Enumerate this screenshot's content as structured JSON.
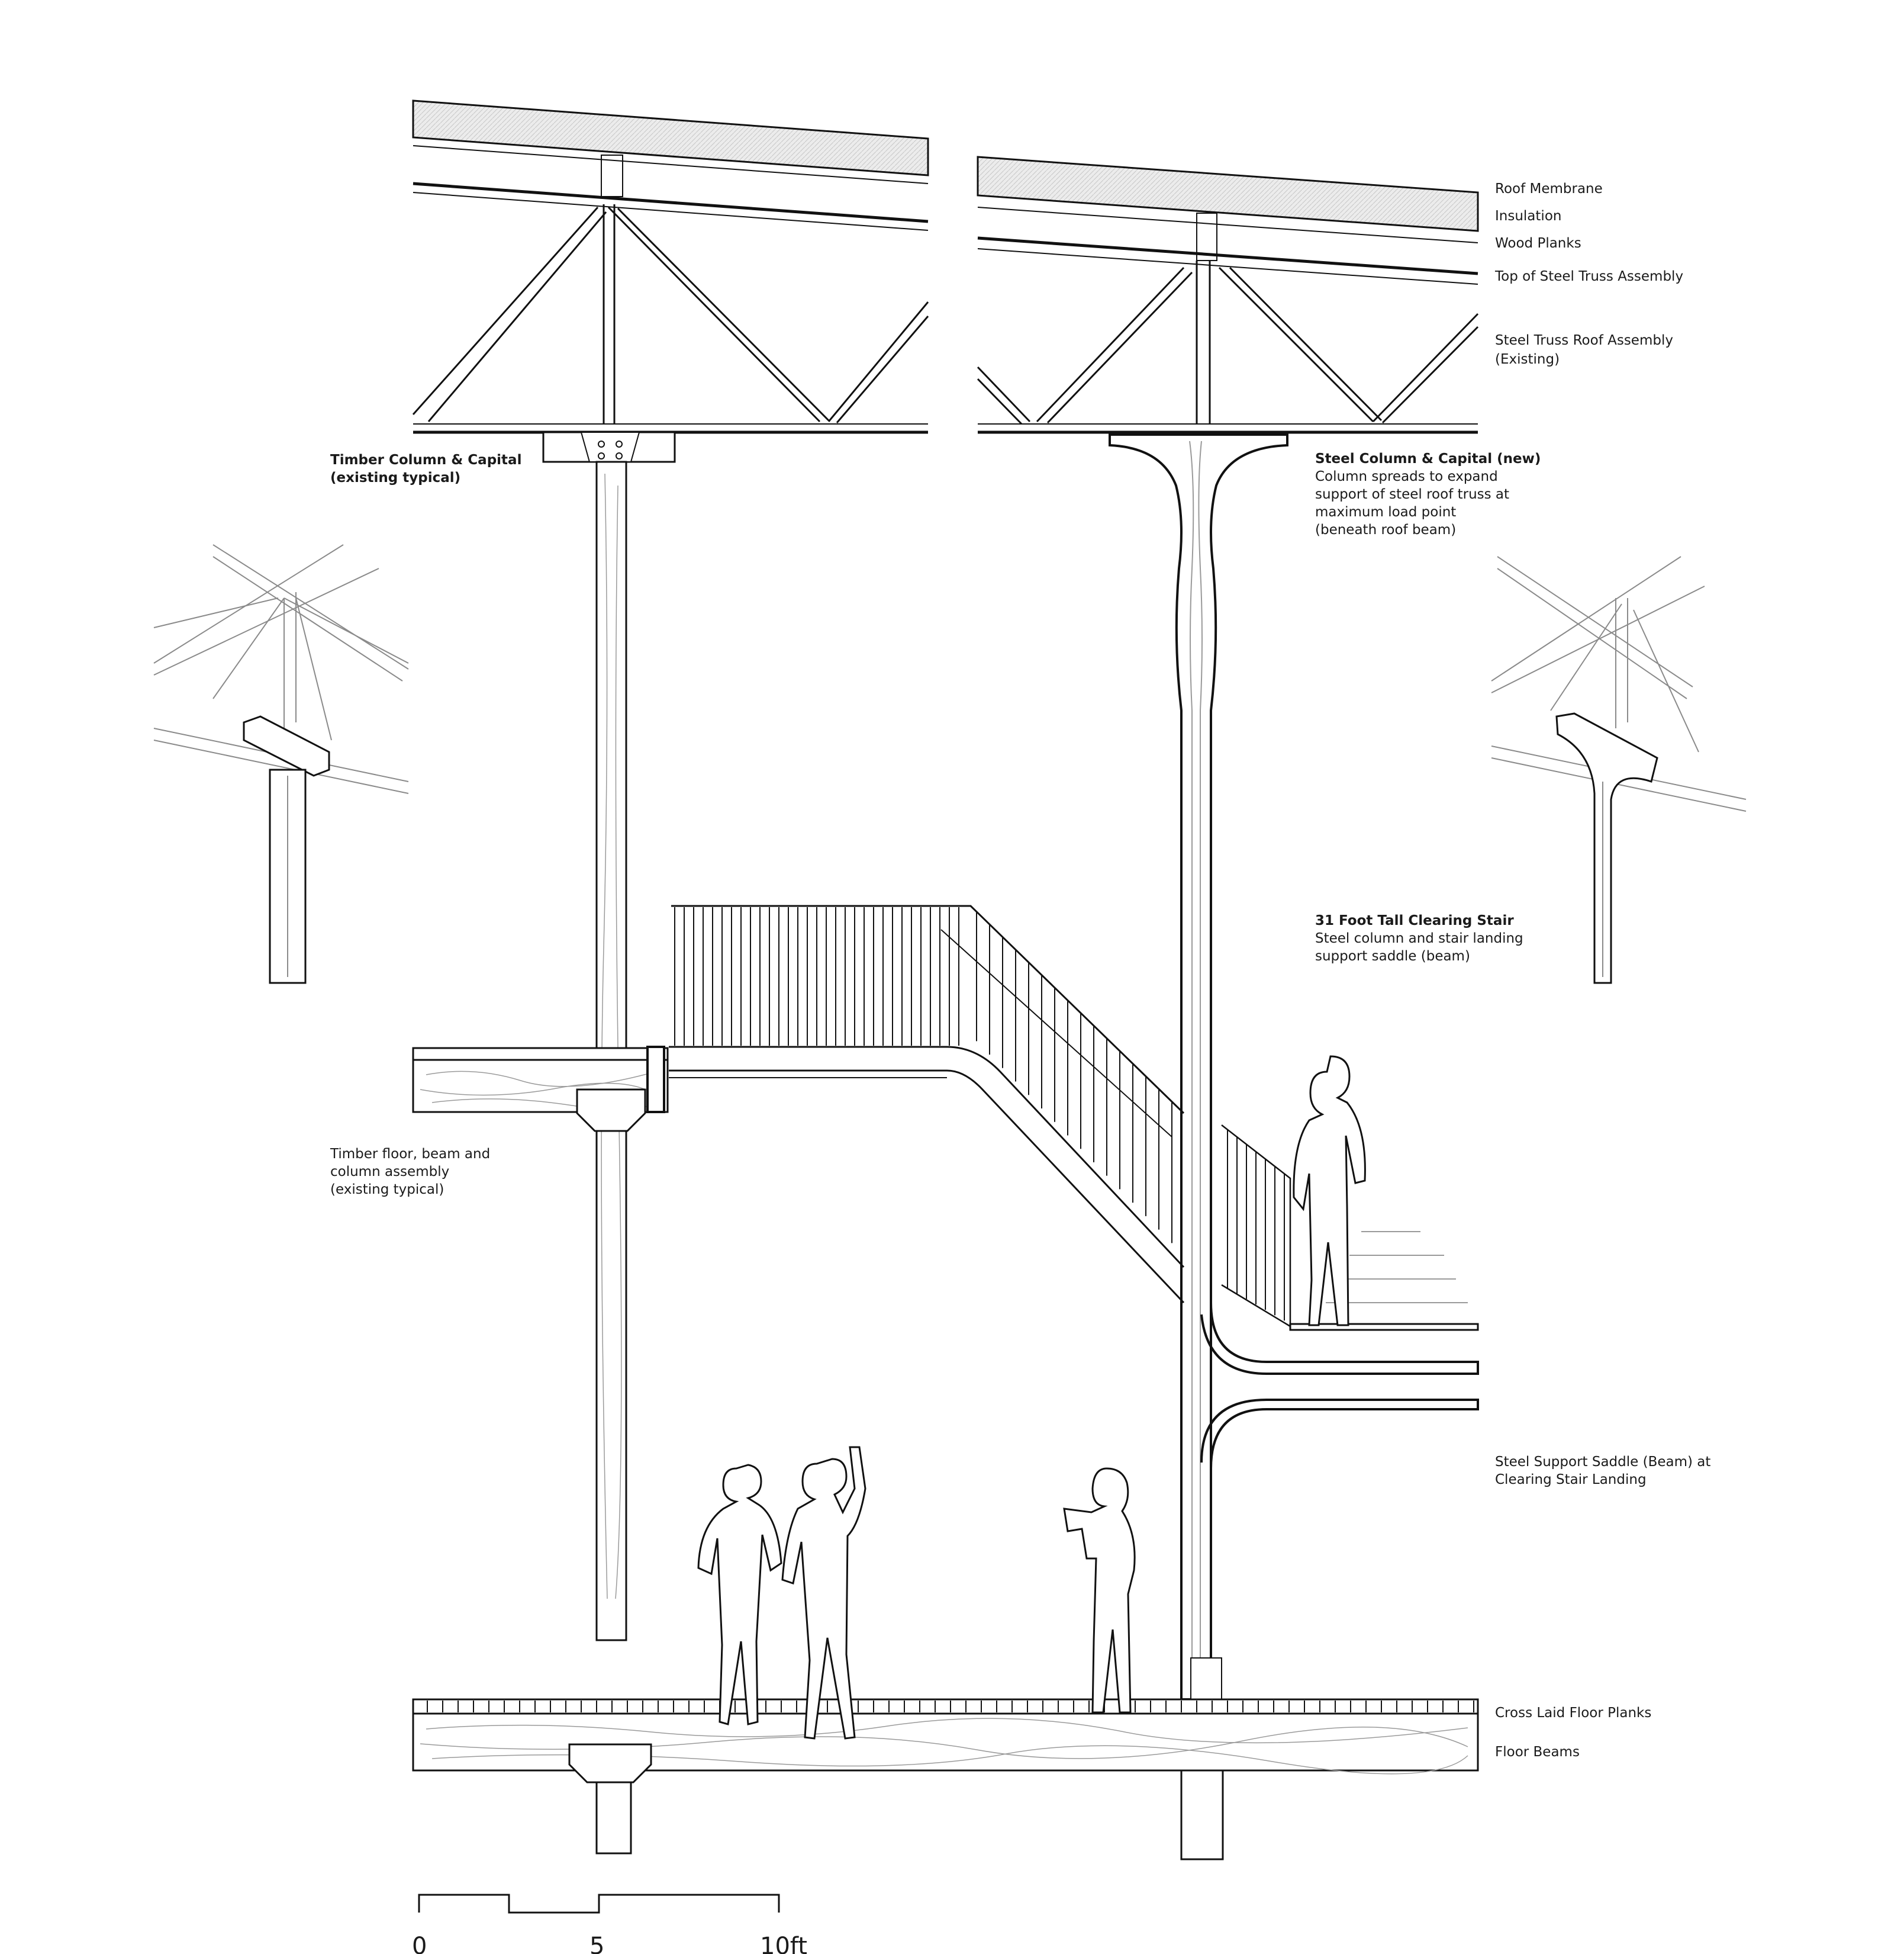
{
  "labels": {
    "roof_membrane": "Roof Membrane",
    "insulation": "Insulation",
    "wood_planks": "Wood Planks",
    "top_of_truss": "Top of Steel Truss Assembly",
    "truss_roof_1": "Steel Truss Roof Assembly",
    "truss_roof_2": "(Existing)",
    "timber_col_title": "Timber Column & Capital",
    "timber_col_sub": "(existing typical)",
    "steel_col_title": "Steel Column & Capital (new)",
    "steel_col_1": "Column spreads to expand",
    "steel_col_2": "support of steel roof truss at",
    "steel_col_3": "maximum load point",
    "steel_col_4": "(beneath roof beam)",
    "stair_title": "31 Foot Tall Clearing Stair",
    "stair_1": "Steel column and stair landing",
    "stair_2": "support saddle (beam)",
    "timber_floor_1": "Timber floor, beam and",
    "timber_floor_2": "column assembly",
    "timber_floor_3": "(existing typical)",
    "saddle_1": "Steel Support Saddle (Beam) at",
    "saddle_2": "Clearing Stair Landing",
    "cross_planks": "Cross Laid Floor Planks",
    "floor_beams": "Floor Beams"
  },
  "scale_bar": {
    "ticks": [
      "0",
      "5",
      "10ft"
    ]
  },
  "colors": {
    "ink": "#111111",
    "grey": "#9a9a9a",
    "membrane": "#e6e6e6",
    "background": "#ffffff"
  }
}
